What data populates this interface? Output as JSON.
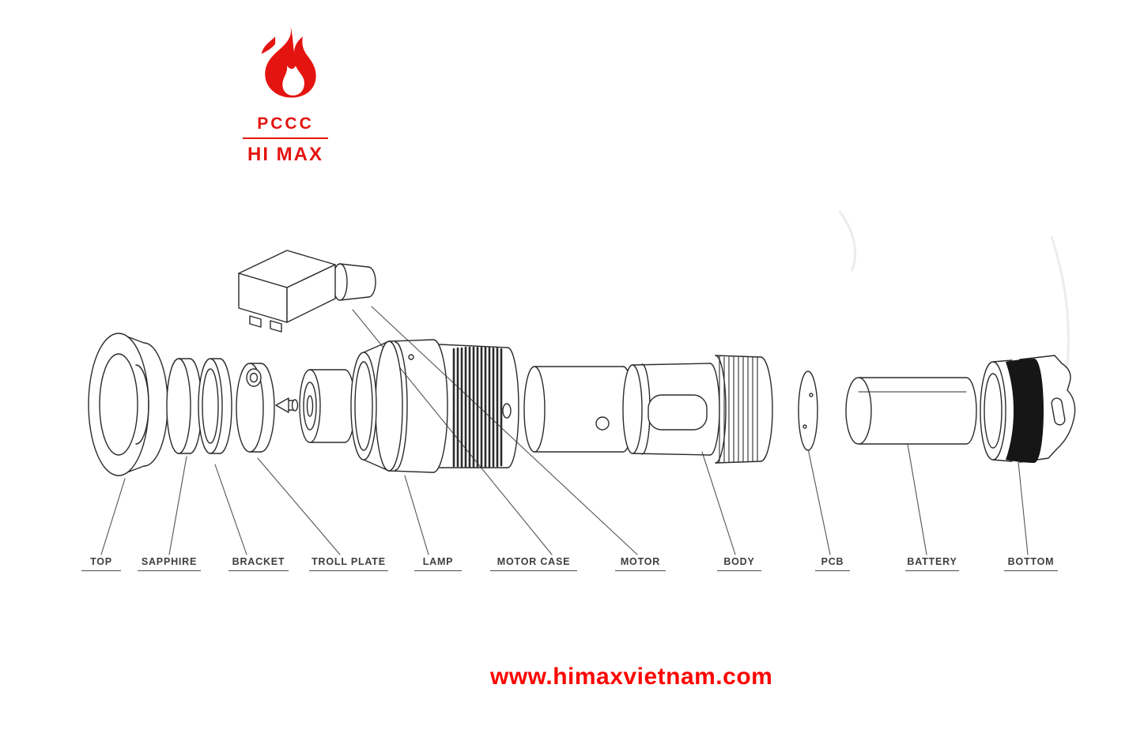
{
  "colors": {
    "brand_red": "#e41410",
    "url_red": "#fe0400",
    "line": "#2b2b2b"
  },
  "logo": {
    "brand_top": "PCCC",
    "brand_bottom": "HI MAX"
  },
  "footer": {
    "website": "www.himaxvietnam.com"
  },
  "diagram": {
    "type": "exploded-view-diagram",
    "parts": [
      {
        "id": "top",
        "label": "TOP"
      },
      {
        "id": "sapphire",
        "label": "SAPPHIRE"
      },
      {
        "id": "bracket",
        "label": "BRACKET"
      },
      {
        "id": "troll-plate",
        "label": "TROLL PLATE"
      },
      {
        "id": "lamp",
        "label": "LAMP"
      },
      {
        "id": "motor-case",
        "label": "MOTOR CASE"
      },
      {
        "id": "motor",
        "label": "MOTOR"
      },
      {
        "id": "body",
        "label": "BODY"
      },
      {
        "id": "pcb",
        "label": "PCB"
      },
      {
        "id": "battery",
        "label": "BATTERY"
      },
      {
        "id": "bottom",
        "label": "BOTTOM"
      }
    ]
  }
}
